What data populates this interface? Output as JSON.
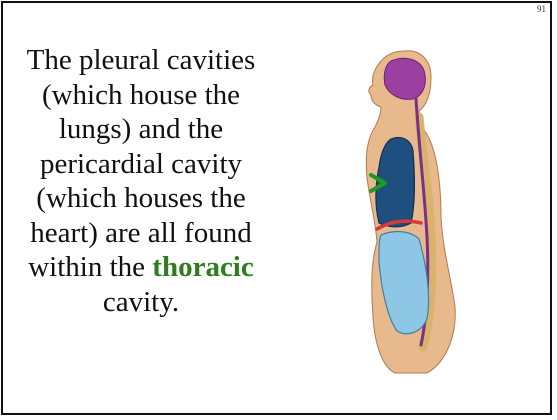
{
  "slide": {
    "page_number": "91",
    "caption": {
      "before": "The pleural cavities (which house the lungs) and the pericardial cavity (which houses the heart) are all found within the ",
      "highlight": "thoracic",
      "after": " cavity."
    },
    "colors": {
      "accent_text": "#2f7d1f",
      "skin": "#e7b98c",
      "cranial_cavity": "#9b3fa0",
      "thoracic_cavity": "#1e4f7f",
      "abdominopelvic_cavity": "#8ec6e6",
      "diaphragm": "#d63a3a",
      "spine": "#d9b36b",
      "pointer_arrow": "#1f9a1f"
    },
    "figure": {
      "icons": [
        "body-silhouette",
        "cranial-cavity",
        "vertebral-cavity",
        "thoracic-cavity",
        "diaphragm",
        "abdominopelvic-cavity",
        "pointer-arrow"
      ]
    }
  }
}
